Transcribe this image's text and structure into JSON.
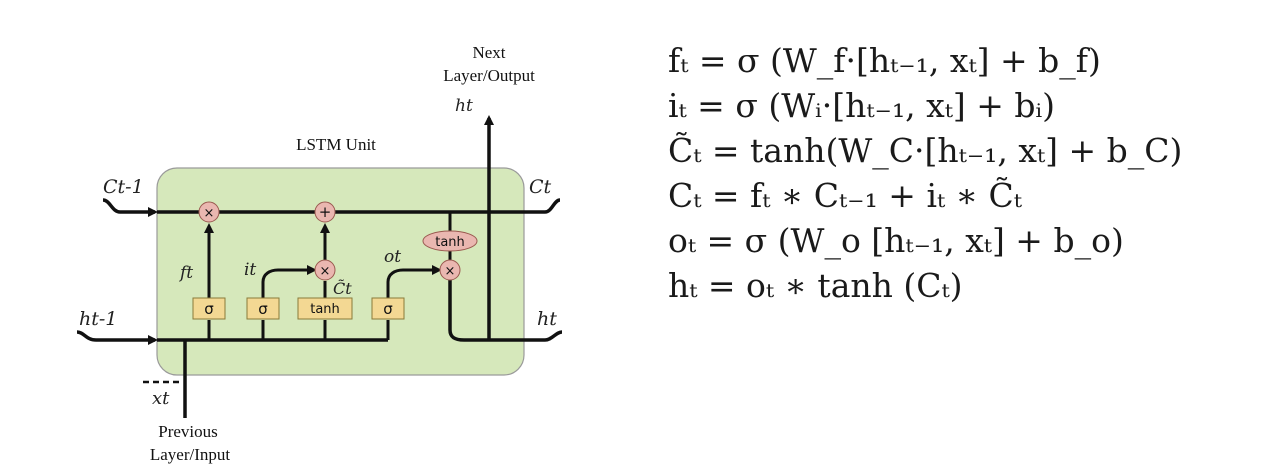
{
  "diagram": {
    "next_layer_label": [
      "Next",
      "Layer/Output"
    ],
    "previous_layer_label": [
      "Previous",
      "Layer/Input"
    ],
    "unit_title": "LSTM Unit",
    "cell_in_label": "Ct-1",
    "cell_out_label": "Ct",
    "hidden_in_label": "ht-1",
    "hidden_out_label": "ht",
    "hidden_up_label": "ht",
    "input_label": "xt",
    "forget_label": "ft",
    "input_gate_label": "it",
    "candidate_label": "C̃t",
    "output_gate_label": "ot",
    "gates": [
      "σ",
      "σ",
      "tanh",
      "σ"
    ],
    "cell_tanh": "tanh",
    "multiply_op": "×",
    "add_op": "+",
    "colors": {
      "unit_fill": "#d6e8bb",
      "gate_fill": "#f3d893",
      "op_fill": "#eab7b0"
    }
  },
  "equations": [
    "fₜ = σ (W_f·[hₜ₋₁, xₜ]  +  b_f)",
    "iₜ = σ (Wᵢ·[hₜ₋₁, xₜ]  +  bᵢ)",
    "C̃ₜ = tanh(W_C·[hₜ₋₁, xₜ]  +  b_C)",
    "Cₜ = fₜ ∗ Cₜ₋₁ + iₜ ∗ C̃ₜ",
    "oₜ = σ (W_o [hₜ₋₁, xₜ]  +  b_o)",
    "hₜ = oₜ ∗ tanh (Cₜ)"
  ]
}
